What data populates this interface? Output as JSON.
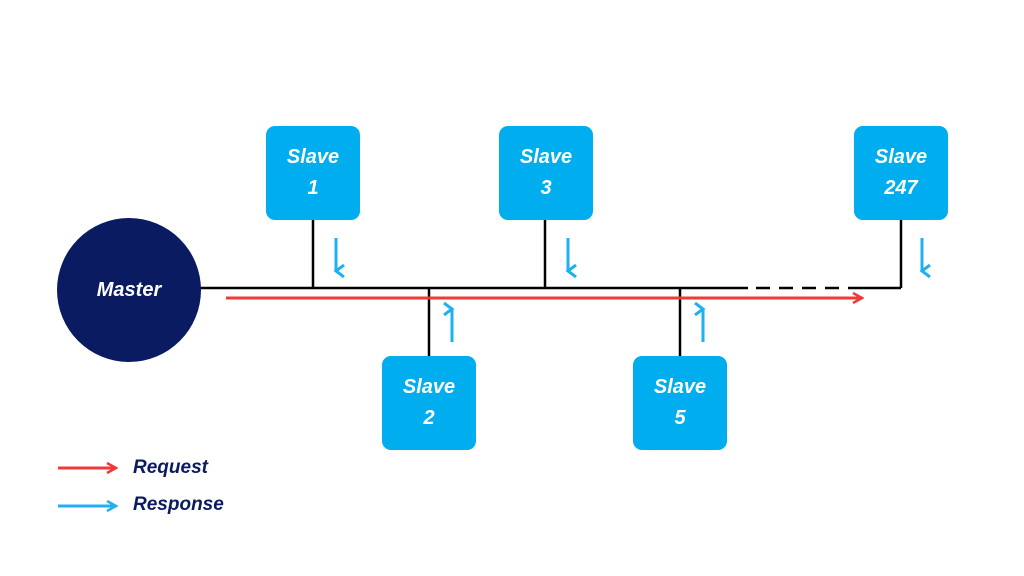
{
  "master": {
    "label": "Master"
  },
  "slaves": [
    {
      "id": "1",
      "line1": "Slave",
      "line2": "1"
    },
    {
      "id": "3",
      "line1": "Slave",
      "line2": "3"
    },
    {
      "id": "247",
      "line1": "Slave",
      "line2": "247"
    },
    {
      "id": "2",
      "line1": "Slave",
      "line2": "2"
    },
    {
      "id": "5",
      "line1": "Slave",
      "line2": "5"
    }
  ],
  "legend": {
    "request": {
      "label": "Request",
      "color": "#f03a3a"
    },
    "response": {
      "label": "Response",
      "color": "#1fb0f0"
    }
  },
  "colors": {
    "master": "#0b1b61",
    "slave": "#00aeef",
    "bus": "#000000"
  }
}
